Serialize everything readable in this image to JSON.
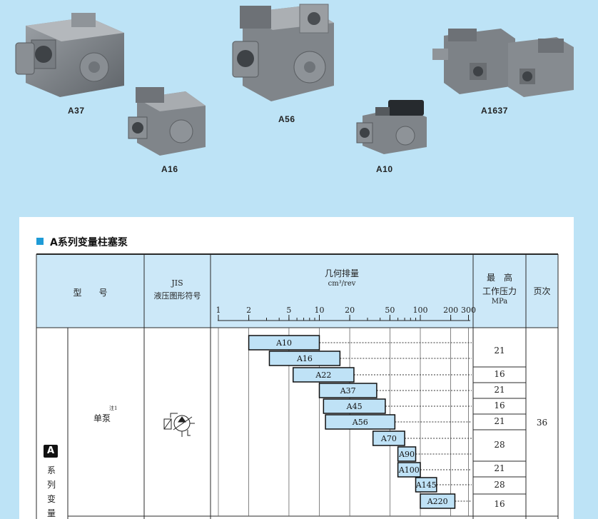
{
  "products": [
    {
      "name": "A37"
    },
    {
      "name": "A16"
    },
    {
      "name": "A56"
    },
    {
      "name": "A10"
    },
    {
      "name": "A1637"
    }
  ],
  "section": {
    "title": "A系列变量柱塞泵"
  },
  "table": {
    "headers": {
      "model": "型　　号",
      "jis_line1": "JIS",
      "jis_line2": "液压图形符号",
      "displacement_title": "几何排量",
      "displacement_unit": "cm³/rev",
      "pressure_line1": "最　高",
      "pressure_line2": "工作压力",
      "pressure_line3": "MPa",
      "page": "页次"
    },
    "scale_ticks": [
      "1",
      "2",
      "5",
      "10",
      "20",
      "50",
      "100",
      "200",
      "300"
    ],
    "group": {
      "icon_letter": "A",
      "vertical_label": [
        "系",
        "列",
        "变",
        "量"
      ]
    },
    "single_pump": {
      "label": "单泵",
      "note": "注1",
      "page": "36"
    },
    "rows": [
      {
        "model": "A10",
        "min": 2,
        "max": 10,
        "pressure": "21"
      },
      {
        "model": "A16",
        "min": 3.2,
        "max": 16,
        "pressure": ""
      },
      {
        "model": "A22",
        "min": 5.5,
        "max": 22,
        "pressure": "16"
      },
      {
        "model": "A37",
        "min": 10,
        "max": 37,
        "pressure": "21"
      },
      {
        "model": "A45",
        "min": 11,
        "max": 45,
        "pressure": "16"
      },
      {
        "model": "A56",
        "min": 11.5,
        "max": 56,
        "pressure": "21"
      },
      {
        "model": "A70",
        "min": 34,
        "max": 70,
        "pressure": "28"
      },
      {
        "model": "A90",
        "min": 60,
        "max": 90,
        "pressure": ""
      },
      {
        "model": "A100",
        "min": 60,
        "max": 100,
        "pressure": "21"
      },
      {
        "model": "A145",
        "min": 90,
        "max": 145,
        "pressure": "28"
      },
      {
        "model": "A220",
        "min": 100,
        "max": 220,
        "pressure": "16"
      }
    ]
  },
  "colors": {
    "background": "#bde3f6",
    "header_fill": "#cce8f8",
    "bar_fill": "#bfe2f6",
    "accent": "#1e9bd7",
    "pump_body": "#7d8288"
  }
}
